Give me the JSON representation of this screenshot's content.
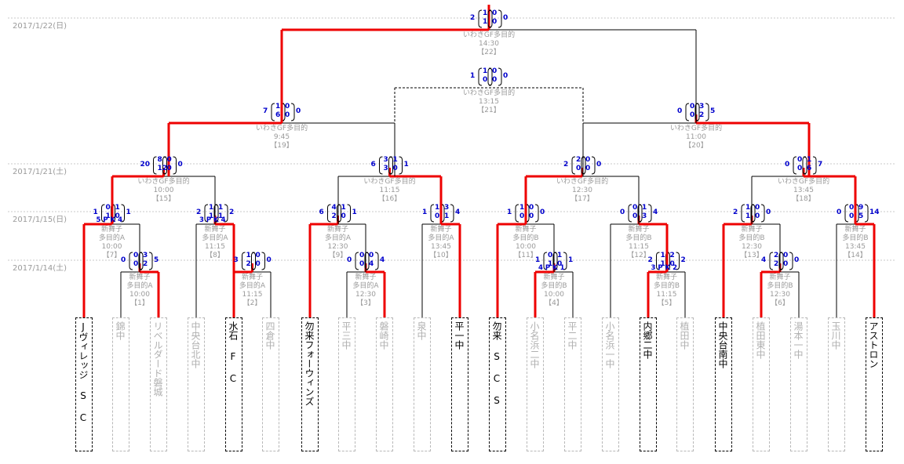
{
  "dates": [
    "2017/1/22(日)",
    "2017/1/21(土)",
    "2017/1/15(日)",
    "2017/1/14(土)"
  ],
  "teams": [
    "Jヴィレッジ S C",
    "錦中",
    "リベルダード磐城",
    "中央台北中",
    "水石 F C",
    "四倉中",
    "勿来フォーウィンズ",
    "平三中",
    "磐崎中",
    "泉中",
    "平一中",
    "勿来 S C S",
    "小名浜二中",
    "平二中",
    "小名浜一中",
    "内郷二中",
    "植田中",
    "中央台南中",
    "植田東中",
    "湯本一中",
    "玉川中",
    "アストロン"
  ],
  "matches": [
    {
      "id": 1,
      "venue1": "新舞子",
      "venue2": "多目的A",
      "time": "10:00",
      "no": "【1】",
      "home": "0",
      "h1": "0",
      "a1": "3",
      "h2": "0",
      "a2": "2",
      "away": "5",
      "pk": ""
    },
    {
      "id": 2,
      "venue1": "新舞子",
      "venue2": "多目的A",
      "time": "11:15",
      "no": "【2】",
      "home": "3",
      "h1": "1",
      "a1": "0",
      "h2": "2",
      "a2": "0",
      "away": "0",
      "pk": ""
    },
    {
      "id": 3,
      "venue1": "新舞子",
      "venue2": "多目的A",
      "time": "12:30",
      "no": "【3】",
      "home": "0",
      "h1": "0",
      "a1": "0",
      "h2": "0",
      "a2": "4",
      "away": "4",
      "pk": ""
    },
    {
      "id": 4,
      "venue1": "新舞子",
      "venue2": "多目的B",
      "time": "10:00",
      "no": "【4】",
      "home": "1",
      "h1": "0",
      "a1": "1",
      "h2": "1",
      "a2": "0",
      "away": "1",
      "pk": "4 P K 1"
    },
    {
      "id": 5,
      "venue1": "新舞子",
      "venue2": "多目的B",
      "time": "11:15",
      "no": "【5】",
      "home": "2",
      "h1": "1",
      "a1": "2",
      "h2": "1",
      "a2": "0",
      "away": "2",
      "pk": "3 P K 2"
    },
    {
      "id": 6,
      "venue1": "新舞子",
      "venue2": "多目的B",
      "time": "12:30",
      "no": "【6】",
      "home": "4",
      "h1": "2",
      "a1": "0",
      "h2": "2",
      "a2": "0",
      "away": "0",
      "pk": ""
    },
    {
      "id": 7,
      "venue1": "新舞子",
      "venue2": "多目的A",
      "time": "10:00",
      "no": "【7】",
      "home": "1",
      "h1": "0",
      "a1": "1",
      "h2": "1",
      "a2": "0",
      "away": "1",
      "pk": "5 P K 4"
    },
    {
      "id": 8,
      "venue1": "新舞子",
      "venue2": "多目的A",
      "time": "11:15",
      "no": "【8】",
      "home": "2",
      "h1": "1",
      "a1": "1",
      "h2": "1",
      "a2": "1",
      "away": "2",
      "pk": "3 P K 4"
    },
    {
      "id": 9,
      "venue1": "新舞子",
      "venue2": "多目的A",
      "time": "12:30",
      "no": "【9】",
      "home": "6",
      "h1": "4",
      "a1": "1",
      "h2": "2",
      "a2": "0",
      "away": "1",
      "pk": ""
    },
    {
      "id": 10,
      "venue1": "新舞子",
      "venue2": "多目的A",
      "time": "13:45",
      "no": "【10】",
      "home": "1",
      "h1": "1",
      "a1": "3",
      "h2": "0",
      "a2": "1",
      "away": "4",
      "pk": ""
    },
    {
      "id": 11,
      "venue1": "新舞子",
      "venue2": "多目的B",
      "time": "10:00",
      "no": "【11】",
      "home": "1",
      "h1": "1",
      "a1": "0",
      "h2": "0",
      "a2": "0",
      "away": "0",
      "pk": ""
    },
    {
      "id": 12,
      "venue1": "新舞子",
      "venue2": "多目的B",
      "time": "11:15",
      "no": "【12】",
      "home": "0",
      "h1": "0",
      "a1": "1",
      "h2": "0",
      "a2": "3",
      "away": "4",
      "pk": ""
    },
    {
      "id": 13,
      "venue1": "新舞子",
      "venue2": "多目的B",
      "time": "12:30",
      "no": "【13】",
      "home": "2",
      "h1": "1",
      "a1": "0",
      "h2": "1",
      "a2": "0",
      "away": "0",
      "pk": ""
    },
    {
      "id": 14,
      "venue1": "新舞子",
      "venue2": "多目的B",
      "time": "13:45",
      "no": "【14】",
      "home": "0",
      "h1": "0",
      "a1": "9",
      "h2": "0",
      "a2": "5",
      "away": "14",
      "pk": ""
    },
    {
      "id": 15,
      "venue1": "いわきGF多目的",
      "venue2": "",
      "time": "10:00",
      "no": "【15】",
      "home": "20",
      "h1": "8",
      "a1": "0",
      "h2": "12",
      "a2": "0",
      "away": "0",
      "pk": ""
    },
    {
      "id": 16,
      "venue1": "いわきGF多目的",
      "venue2": "",
      "time": "11:15",
      "no": "【16】",
      "home": "6",
      "h1": "3",
      "a1": "1",
      "h2": "3",
      "a2": "0",
      "away": "1",
      "pk": ""
    },
    {
      "id": 17,
      "venue1": "いわきGF多目的",
      "venue2": "",
      "time": "12:30",
      "no": "【17】",
      "home": "2",
      "h1": "2",
      "a1": "0",
      "h2": "0",
      "a2": "0",
      "away": "0",
      "pk": ""
    },
    {
      "id": 18,
      "venue1": "いわきGF多目的",
      "venue2": "",
      "time": "13:45",
      "no": "【18】",
      "home": "0",
      "h1": "0",
      "a1": "1",
      "h2": "0",
      "a2": "6",
      "away": "7",
      "pk": ""
    },
    {
      "id": 19,
      "venue1": "いわきGF多目的",
      "venue2": "",
      "time": "9:45",
      "no": "【19】",
      "home": "7",
      "h1": "1",
      "a1": "0",
      "h2": "6",
      "a2": "0",
      "away": "0",
      "pk": ""
    },
    {
      "id": 20,
      "venue1": "いわきGF多目的",
      "venue2": "",
      "time": "11:00",
      "no": "【20】",
      "home": "0",
      "h1": "0",
      "a1": "3",
      "h2": "0",
      "a2": "2",
      "away": "5",
      "pk": ""
    },
    {
      "id": 21,
      "venue1": "いわきGF多目的",
      "venue2": "",
      "time": "13:15",
      "no": "【21】",
      "home": "1",
      "h1": "1",
      "a1": "0",
      "h2": "0",
      "a2": "0",
      "away": "0",
      "pk": ""
    },
    {
      "id": 22,
      "venue1": "いわきGF多目的",
      "venue2": "",
      "time": "14:30",
      "no": "【22】",
      "home": "2",
      "h1": "1",
      "a1": "0",
      "h2": "1",
      "a2": "0",
      "away": "0",
      "pk": ""
    }
  ]
}
